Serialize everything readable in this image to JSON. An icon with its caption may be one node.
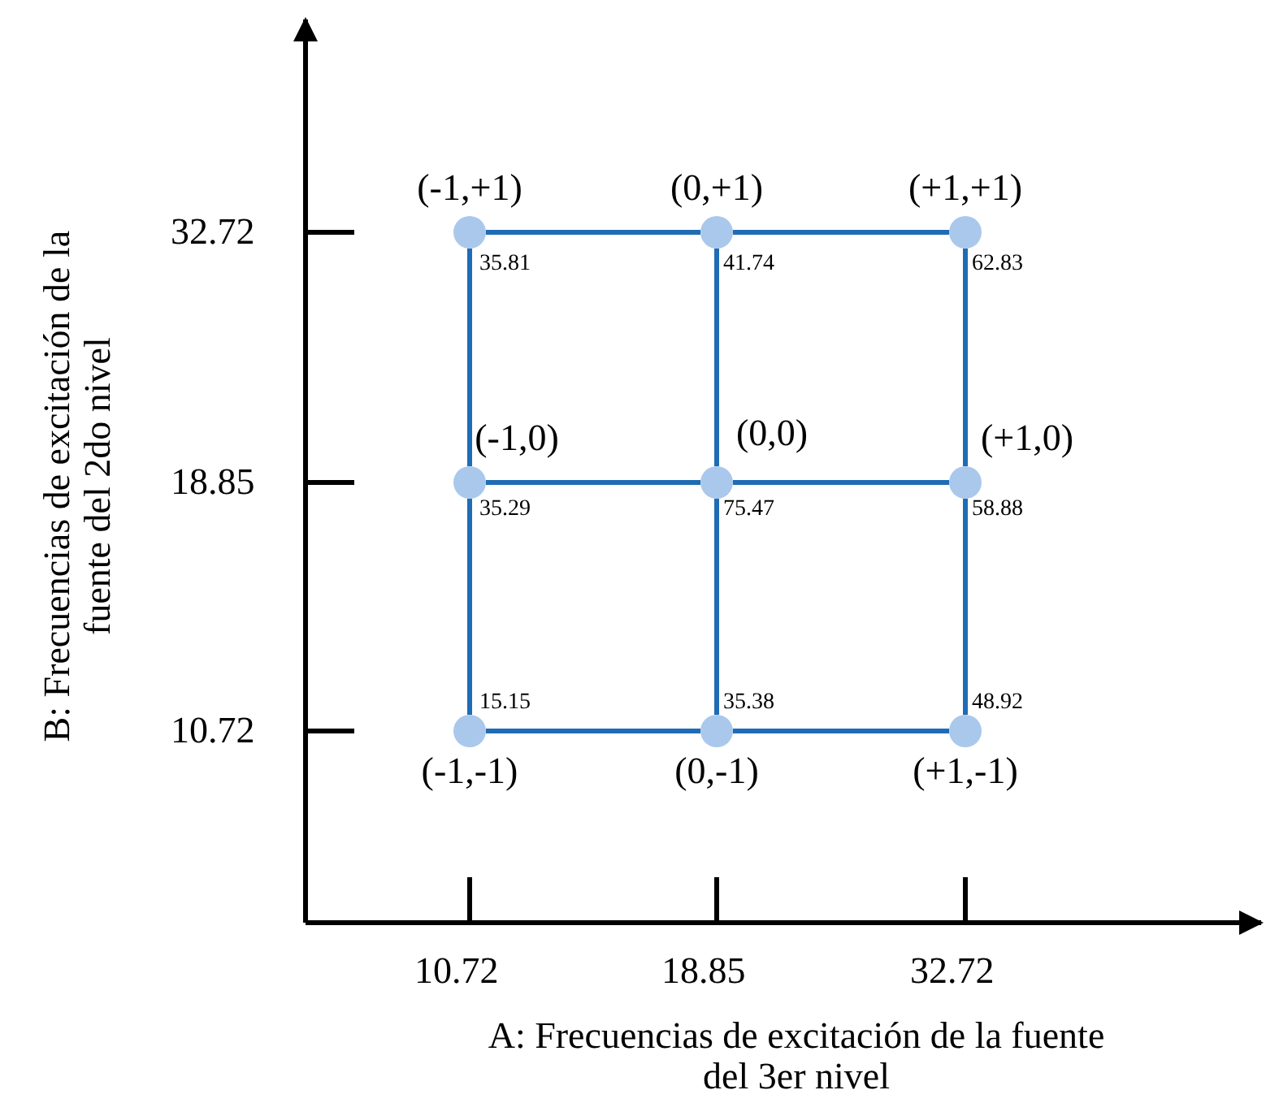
{
  "diagram": {
    "nodes": [
      {
        "text": [],
        "shape": "circle",
        "beside": [
          "(-1,+1)",
          "35.81"
        ]
      },
      {
        "text": [],
        "shape": "circle",
        "beside": [
          "(0,+1)",
          "41.74"
        ]
      },
      {
        "text": [],
        "shape": "circle",
        "beside": [
          "(+1,+1)",
          "62.83"
        ]
      },
      {
        "text": [],
        "shape": "circle",
        "beside": [
          "(-1,0)",
          "35.29"
        ]
      },
      {
        "text": [],
        "shape": "circle",
        "beside": [
          "(0,0)",
          "75.47"
        ]
      },
      {
        "text": [],
        "shape": "circle",
        "beside": [
          "(+1,0)",
          "58.88"
        ]
      },
      {
        "text": [],
        "shape": "circle",
        "beside": [
          "(-1,-1)",
          "15.15"
        ]
      },
      {
        "text": [],
        "shape": "circle",
        "beside": [
          "(0,-1)",
          "35.38"
        ]
      },
      {
        "text": [],
        "shape": "circle",
        "beside": [
          "(+1,-1)",
          "48.92"
        ]
      }
    ],
    "edges": [
      {
        "from": 0,
        "to": 1,
        "arrow": "none"
      },
      {
        "from": 1,
        "to": 2,
        "arrow": "none"
      },
      {
        "from": 3,
        "to": 4,
        "arrow": "none"
      },
      {
        "from": 4,
        "to": 5,
        "arrow": "none"
      },
      {
        "from": 6,
        "to": 7,
        "arrow": "none"
      },
      {
        "from": 7,
        "to": 8,
        "arrow": "none"
      },
      {
        "from": 0,
        "to": 3,
        "arrow": "none"
      },
      {
        "from": 3,
        "to": 6,
        "arrow": "none"
      },
      {
        "from": 1,
        "to": 4,
        "arrow": "none"
      },
      {
        "from": 4,
        "to": 7,
        "arrow": "none"
      },
      {
        "from": 2,
        "to": 5,
        "arrow": "none"
      },
      {
        "from": 5,
        "to": 8,
        "arrow": "none"
      }
    ],
    "labels": [
      "32.72",
      "18.85",
      "10.72",
      "B: Frecuencias de excitación de la fuente del 2do nivel",
      "10.72",
      "18.85",
      "32.72",
      "A: Frecuencias de excitación de la fuente del 3er nivel"
    ]
  }
}
